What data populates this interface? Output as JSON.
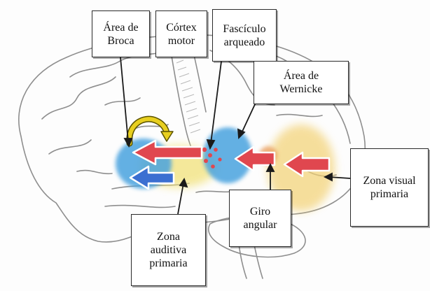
{
  "labels": {
    "broca": "Área de\nBroca",
    "motor": "Córtex\nmotor",
    "fasciculo": "Fascículo\narqueado",
    "wernicke": "Área de\nWernicke",
    "visual": "Zona visual\nprimaria",
    "angular": "Giro\nangular",
    "auditiva": "Zona\nauditiva\nprimaria"
  },
  "colors": {
    "outline": "#8e8e8e",
    "broca_region": "#4aa3df",
    "wernicke_region": "#4aa3df",
    "auditory_region": "#f2e27a",
    "visual_region": "#f3d173",
    "flow_arrow": "#e0474f",
    "return_arrow": "#3b6fd1",
    "curved_arrow": "#e8cf1f"
  }
}
